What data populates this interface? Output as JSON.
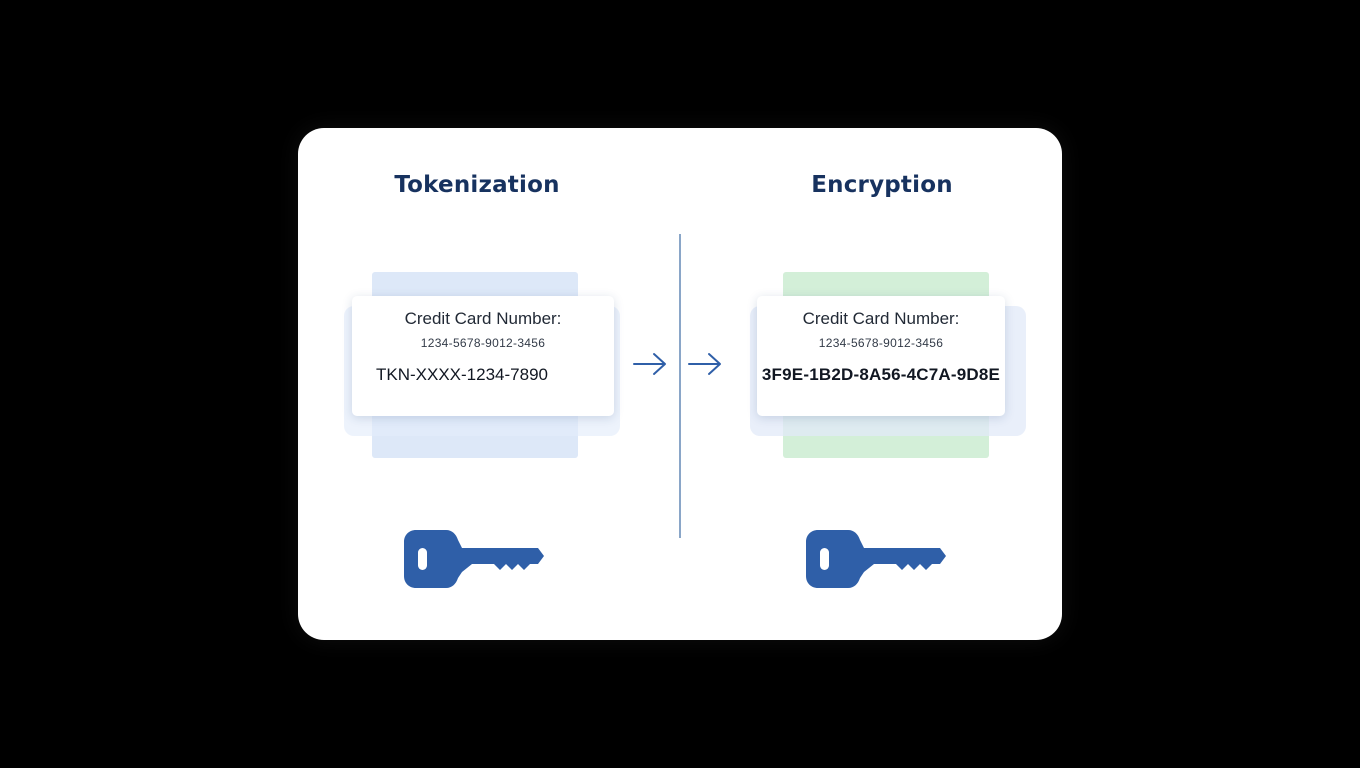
{
  "diagram": {
    "left_panel": {
      "title": "Tokenization",
      "card_label": "Credit Card Number:",
      "card_number": "1234-5678-9012-3456",
      "result": "TKN-XXXX-1234-7890",
      "icon": "key-icon"
    },
    "right_panel": {
      "title": "Encryption",
      "card_label": "Credit Card Number:",
      "card_number": "1234-5678-9012-3456",
      "result": "3F9E-1B2D-8A56-4C7A-9D8E",
      "icon": "key-icon"
    }
  },
  "colors": {
    "heading": "#17325f",
    "accent_blue": "#2f5fa8",
    "token_back": "#dde8f8",
    "encrypt_back": "#d3efd8",
    "divider": "#8aa6c8"
  }
}
